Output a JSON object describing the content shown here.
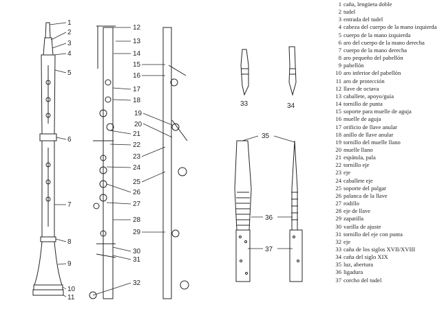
{
  "callouts": [
    "1",
    "2",
    "3",
    "4",
    "5",
    "6",
    "7",
    "8",
    "9",
    "10",
    "11",
    "12",
    "13",
    "14",
    "15",
    "16",
    "17",
    "18",
    "19",
    "20",
    "21",
    "22",
    "23",
    "24",
    "25",
    "26",
    "27",
    "28",
    "29",
    "30",
    "31",
    "32",
    "33",
    "34",
    "35",
    "36",
    "37"
  ],
  "legend": [
    {
      "num": "1",
      "text": "caña, lengüeta doble"
    },
    {
      "num": "2",
      "text": "tudel"
    },
    {
      "num": "3",
      "text": "entrada del tudel"
    },
    {
      "num": "4",
      "text": "cabeza del cuerpo de la mano izquierda"
    },
    {
      "num": "5",
      "text": "cuerpo de la mano izquierda"
    },
    {
      "num": "6",
      "text": "aro del cuerpo de la mano derecha"
    },
    {
      "num": "7",
      "text": "cuerpo de la mano derecha"
    },
    {
      "num": "8",
      "text": "aro pequeño del pabellón"
    },
    {
      "num": "9",
      "text": "pabellón"
    },
    {
      "num": "10",
      "text": "aro inferior del pabellón"
    },
    {
      "num": "11",
      "text": "aro de protección"
    },
    {
      "num": "12",
      "text": "llave de octava"
    },
    {
      "num": "13",
      "text": "caballete, apoyo/guía"
    },
    {
      "num": "14",
      "text": "tornillo de punta"
    },
    {
      "num": "15",
      "text": "soporte para muelle de aguja"
    },
    {
      "num": "16",
      "text": "muelle de aguja"
    },
    {
      "num": "17",
      "text": "orificio de llave anular"
    },
    {
      "num": "18",
      "text": "anillo de llave anular"
    },
    {
      "num": "19",
      "text": "tornillo del muelle llano"
    },
    {
      "num": "20",
      "text": "muelle llano"
    },
    {
      "num": "21",
      "text": "espátula, pala"
    },
    {
      "num": "22",
      "text": "tornillo eje"
    },
    {
      "num": "23",
      "text": "eje"
    },
    {
      "num": "24",
      "text": "caballete eje"
    },
    {
      "num": "25",
      "text": "soporte del pulgar"
    },
    {
      "num": "26",
      "text": "palanca de la llave"
    },
    {
      "num": "27",
      "text": "rodillo"
    },
    {
      "num": "28",
      "text": "eje de llave"
    },
    {
      "num": "29",
      "text": "zapatilla"
    },
    {
      "num": "30",
      "text": "varilla de ajuste"
    },
    {
      "num": "31",
      "text": "tornillo del eje con punta"
    },
    {
      "num": "32",
      "text": "eje"
    },
    {
      "num": "33",
      "text": "caña de los siglos XVII/XVIII"
    },
    {
      "num": "34",
      "text": "caña del siglo XIX"
    },
    {
      "num": "35",
      "text": "luz, abertura"
    },
    {
      "num": "36",
      "text": "ligadura"
    },
    {
      "num": "37",
      "text": "corcho del tudel"
    }
  ]
}
